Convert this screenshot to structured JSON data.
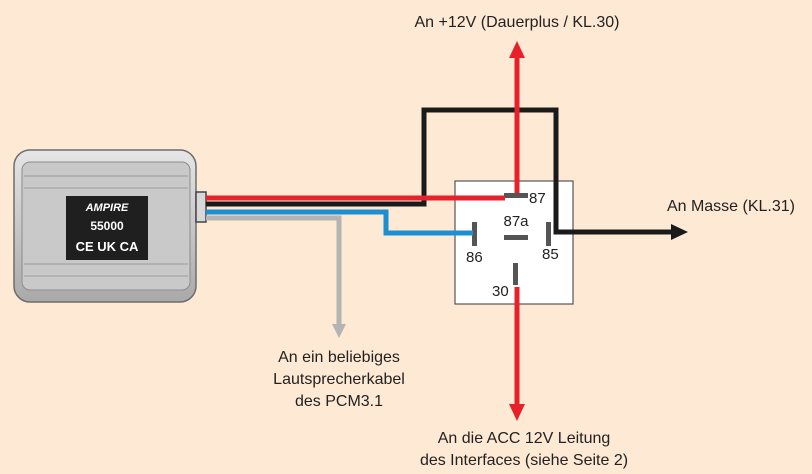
{
  "module": {
    "brand": "AMPIRE",
    "model": "55000",
    "marks": "CE UK CA"
  },
  "relay": {
    "pin_87": "87",
    "pin_87a": "87a",
    "pin_86": "86",
    "pin_85": "85",
    "pin_30": "30"
  },
  "labels": {
    "top": "An +12V (Dauerplus / KL.30)",
    "right": "An Masse (KL.31)",
    "speaker_1": "An ein beliebiges",
    "speaker_2": "Lautsprecherkabel",
    "speaker_3": "des PCM3.1",
    "bottom_1": "An die ACC 12V Leitung",
    "bottom_2": "des Interfaces (siehe Seite 2)"
  },
  "colors": {
    "background": "#fde9d4",
    "red_wire": "#e8202a",
    "black_wire": "#1a1a1a",
    "blue_wire": "#1b8fd2",
    "grey_wire": "#b4b4b4"
  }
}
